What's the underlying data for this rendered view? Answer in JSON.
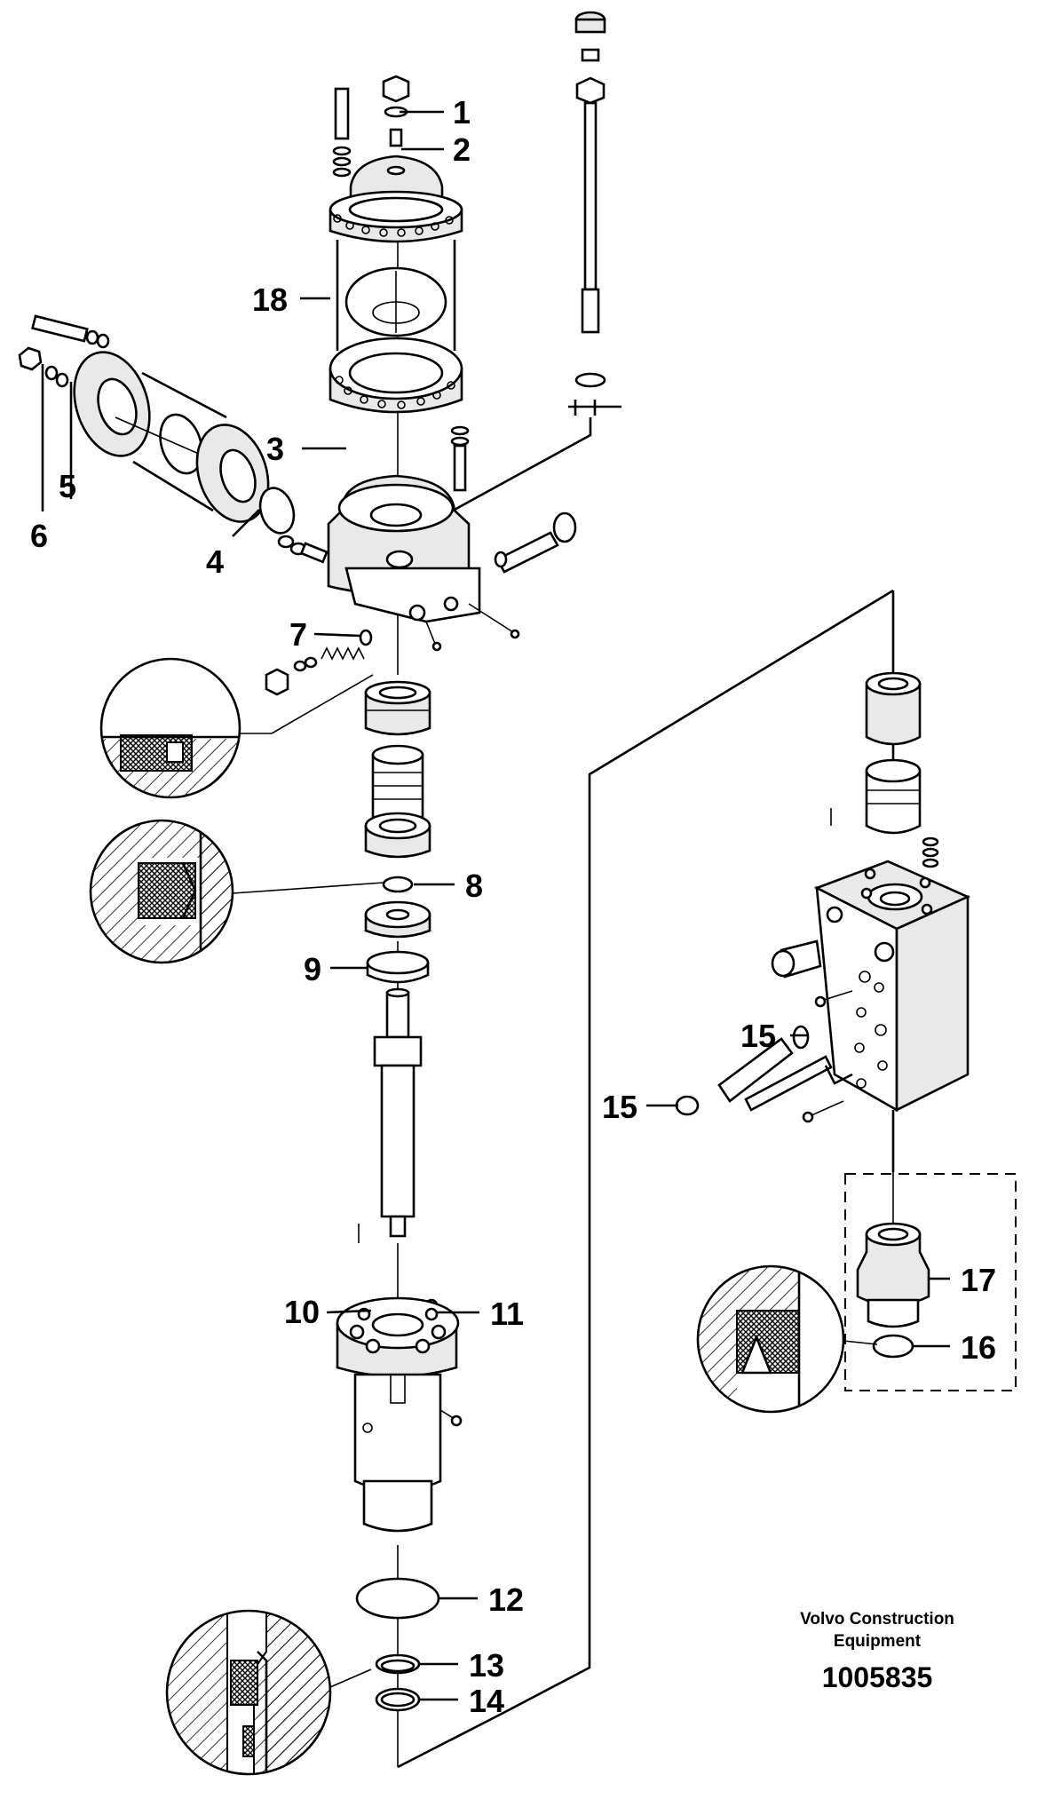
{
  "callouts": [
    {
      "id": "c1",
      "label": "1"
    },
    {
      "id": "c2",
      "label": "2"
    },
    {
      "id": "c3",
      "label": "3"
    },
    {
      "id": "c4",
      "label": "4"
    },
    {
      "id": "c5",
      "label": "5"
    },
    {
      "id": "c6",
      "label": "6"
    },
    {
      "id": "c7",
      "label": "7"
    },
    {
      "id": "c8",
      "label": "8"
    },
    {
      "id": "c9",
      "label": "9"
    },
    {
      "id": "c10",
      "label": "10"
    },
    {
      "id": "c11",
      "label": "11"
    },
    {
      "id": "c12",
      "label": "12"
    },
    {
      "id": "c13",
      "label": "13"
    },
    {
      "id": "c14",
      "label": "14"
    },
    {
      "id": "c15a",
      "label": "15"
    },
    {
      "id": "c15b",
      "label": "15"
    },
    {
      "id": "c16",
      "label": "16"
    },
    {
      "id": "c17",
      "label": "17"
    },
    {
      "id": "c18",
      "label": "18"
    }
  ],
  "footer": {
    "brand_line1": "Volvo Construction",
    "brand_line2": "Equipment",
    "drawing_number": "1005835"
  }
}
